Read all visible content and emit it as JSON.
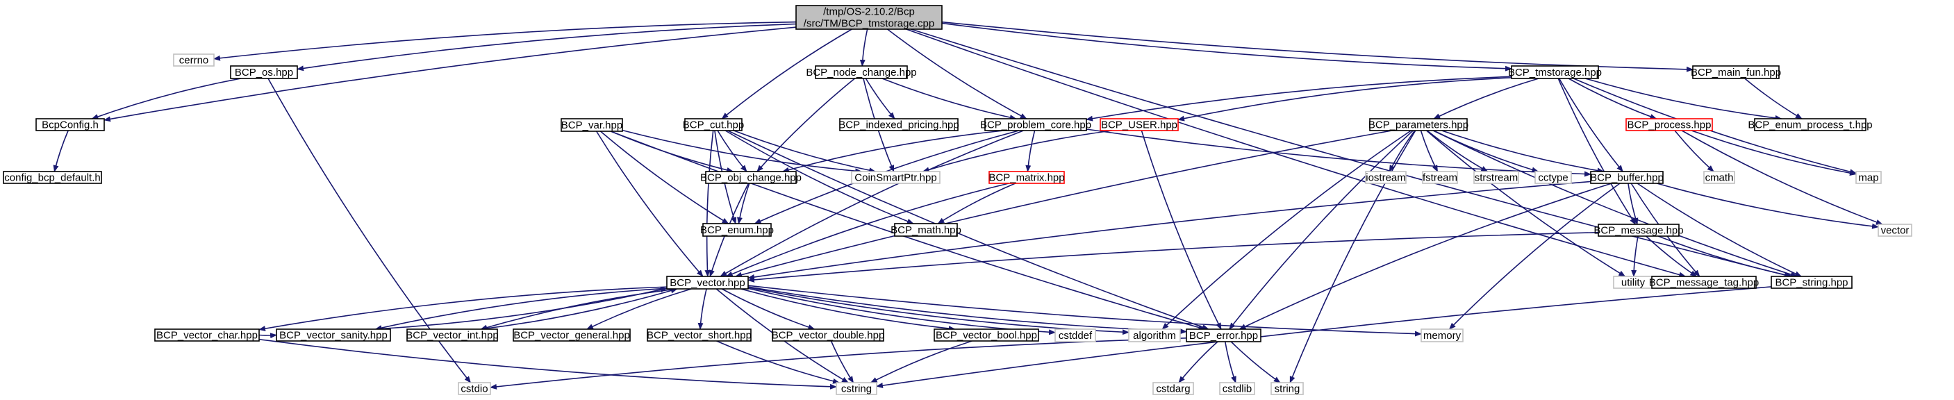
{
  "colors": {
    "edge": "#191970",
    "root_fill": "#bfbfbf",
    "box_border": "#000000",
    "truncated_border": "#ff0000",
    "system_border": "#bfbfbf",
    "system_text": "#7f7f7f"
  },
  "nodes": [
    {
      "id": "root",
      "lines": [
        "/tmp/OS-2.10.2/Bcp",
        "/src/TM/BCP_tmstorage.cpp"
      ],
      "kind": "root"
    },
    {
      "id": "cerrno",
      "lines": [
        "cerrno"
      ],
      "kind": "system"
    },
    {
      "id": "bcp_os",
      "lines": [
        "BCP_os.hpp"
      ],
      "kind": "file"
    },
    {
      "id": "bcpconfig",
      "lines": [
        "BcpConfig.h"
      ],
      "kind": "file"
    },
    {
      "id": "config_default",
      "lines": [
        "config_bcp_default.h"
      ],
      "kind": "file"
    },
    {
      "id": "node_change",
      "lines": [
        "BCP_node_change.hpp"
      ],
      "kind": "file"
    },
    {
      "id": "tmstorage",
      "lines": [
        "BCP_tmstorage.hpp"
      ],
      "kind": "file"
    },
    {
      "id": "main_fun",
      "lines": [
        "BCP_main_fun.hpp"
      ],
      "kind": "file"
    },
    {
      "id": "var",
      "lines": [
        "BCP_var.hpp"
      ],
      "kind": "file"
    },
    {
      "id": "cut",
      "lines": [
        "BCP_cut.hpp"
      ],
      "kind": "file"
    },
    {
      "id": "indexed_pricing",
      "lines": [
        "BCP_indexed_pricing.hpp"
      ],
      "kind": "file"
    },
    {
      "id": "problem_core",
      "lines": [
        "BCP_problem_core.hpp"
      ],
      "kind": "file"
    },
    {
      "id": "user",
      "lines": [
        "BCP_USER.hpp"
      ],
      "kind": "truncated"
    },
    {
      "id": "parameters",
      "lines": [
        "BCP_parameters.hpp"
      ],
      "kind": "file"
    },
    {
      "id": "process",
      "lines": [
        "BCP_process.hpp"
      ],
      "kind": "truncated"
    },
    {
      "id": "enum_process",
      "lines": [
        "BCP_enum_process_t.hpp"
      ],
      "kind": "file"
    },
    {
      "id": "obj_change",
      "lines": [
        "BCP_obj_change.hpp"
      ],
      "kind": "file"
    },
    {
      "id": "coinsmartptr",
      "lines": [
        "CoinSmartPtr.hpp"
      ],
      "kind": "system"
    },
    {
      "id": "matrix",
      "lines": [
        "BCP_matrix.hpp"
      ],
      "kind": "truncated"
    },
    {
      "id": "iostream",
      "lines": [
        "iostream"
      ],
      "kind": "system"
    },
    {
      "id": "fstream",
      "lines": [
        "fstream"
      ],
      "kind": "system"
    },
    {
      "id": "strstream",
      "lines": [
        "strstream"
      ],
      "kind": "system"
    },
    {
      "id": "cctype",
      "lines": [
        "cctype"
      ],
      "kind": "system"
    },
    {
      "id": "buffer",
      "lines": [
        "BCP_buffer.hpp"
      ],
      "kind": "file"
    },
    {
      "id": "cmath",
      "lines": [
        "cmath"
      ],
      "kind": "system"
    },
    {
      "id": "map",
      "lines": [
        "map"
      ],
      "kind": "system"
    },
    {
      "id": "enum",
      "lines": [
        "BCP_enum.hpp"
      ],
      "kind": "file"
    },
    {
      "id": "math",
      "lines": [
        "BCP_math.hpp"
      ],
      "kind": "file"
    },
    {
      "id": "message",
      "lines": [
        "BCP_message.hpp"
      ],
      "kind": "file"
    },
    {
      "id": "vector_std",
      "lines": [
        "vector"
      ],
      "kind": "system"
    },
    {
      "id": "vector",
      "lines": [
        "BCP_vector.hpp"
      ],
      "kind": "file"
    },
    {
      "id": "utility",
      "lines": [
        "utility"
      ],
      "kind": "system"
    },
    {
      "id": "message_tag",
      "lines": [
        "BCP_message_tag.hpp"
      ],
      "kind": "file"
    },
    {
      "id": "bcp_string",
      "lines": [
        "BCP_string.hpp"
      ],
      "kind": "file"
    },
    {
      "id": "vector_char",
      "lines": [
        "BCP_vector_char.hpp"
      ],
      "kind": "file"
    },
    {
      "id": "vector_sanity",
      "lines": [
        "BCP_vector_sanity.hpp"
      ],
      "kind": "file"
    },
    {
      "id": "vector_int",
      "lines": [
        "BCP_vector_int.hpp"
      ],
      "kind": "file"
    },
    {
      "id": "vector_general",
      "lines": [
        "BCP_vector_general.hpp"
      ],
      "kind": "file"
    },
    {
      "id": "vector_short",
      "lines": [
        "BCP_vector_short.hpp"
      ],
      "kind": "file"
    },
    {
      "id": "vector_double",
      "lines": [
        "BCP_vector_double.hpp"
      ],
      "kind": "file"
    },
    {
      "id": "vector_bool",
      "lines": [
        "BCP_vector_bool.hpp"
      ],
      "kind": "file"
    },
    {
      "id": "cstddef",
      "lines": [
        "cstddef"
      ],
      "kind": "system"
    },
    {
      "id": "algorithm",
      "lines": [
        "algorithm"
      ],
      "kind": "system"
    },
    {
      "id": "error",
      "lines": [
        "BCP_error.hpp"
      ],
      "kind": "file"
    },
    {
      "id": "memory",
      "lines": [
        "memory"
      ],
      "kind": "system"
    },
    {
      "id": "cstdio",
      "lines": [
        "cstdio"
      ],
      "kind": "system"
    },
    {
      "id": "cstring",
      "lines": [
        "cstring"
      ],
      "kind": "system"
    },
    {
      "id": "cstdarg",
      "lines": [
        "cstdarg"
      ],
      "kind": "system"
    },
    {
      "id": "cstdlib",
      "lines": [
        "cstdlib"
      ],
      "kind": "system"
    },
    {
      "id": "string",
      "lines": [
        "string"
      ],
      "kind": "system"
    }
  ],
  "edges": [
    [
      "root",
      "cerrno"
    ],
    [
      "root",
      "bcp_os"
    ],
    [
      "root",
      "bcpconfig"
    ],
    [
      "root",
      "node_change"
    ],
    [
      "root",
      "tmstorage"
    ],
    [
      "root",
      "main_fun"
    ],
    [
      "root",
      "cut"
    ],
    [
      "root",
      "problem_core"
    ],
    [
      "root",
      "message_tag"
    ],
    [
      "root",
      "bcp_string"
    ],
    [
      "bcp_os",
      "bcpconfig"
    ],
    [
      "bcp_os",
      "cstdio"
    ],
    [
      "bcpconfig",
      "config_default"
    ],
    [
      "node_change",
      "obj_change"
    ],
    [
      "node_change",
      "coinsmartptr"
    ],
    [
      "node_change",
      "indexed_pricing"
    ],
    [
      "node_change",
      "problem_core"
    ],
    [
      "tmstorage",
      "problem_core"
    ],
    [
      "tmstorage",
      "user"
    ],
    [
      "tmstorage",
      "parameters"
    ],
    [
      "tmstorage",
      "process"
    ],
    [
      "tmstorage",
      "enum_process"
    ],
    [
      "tmstorage",
      "buffer"
    ],
    [
      "tmstorage",
      "message"
    ],
    [
      "tmstorage",
      "map"
    ],
    [
      "main_fun",
      "enum_process"
    ],
    [
      "var",
      "obj_change"
    ],
    [
      "var",
      "enum"
    ],
    [
      "var",
      "coinsmartptr"
    ],
    [
      "var",
      "vector"
    ],
    [
      "var",
      "error"
    ],
    [
      "cut",
      "obj_change"
    ],
    [
      "cut",
      "enum"
    ],
    [
      "cut",
      "coinsmartptr"
    ],
    [
      "cut",
      "math"
    ],
    [
      "cut",
      "vector"
    ],
    [
      "cut",
      "error"
    ],
    [
      "problem_core",
      "obj_change"
    ],
    [
      "problem_core",
      "matrix"
    ],
    [
      "problem_core",
      "enum"
    ],
    [
      "problem_core",
      "vector"
    ],
    [
      "problem_core",
      "buffer"
    ],
    [
      "user",
      "coinsmartptr"
    ],
    [
      "user",
      "error"
    ],
    [
      "parameters",
      "iostream"
    ],
    [
      "parameters",
      "fstream"
    ],
    [
      "parameters",
      "strstream"
    ],
    [
      "parameters",
      "cctype"
    ],
    [
      "parameters",
      "buffer"
    ],
    [
      "parameters",
      "vector"
    ],
    [
      "parameters",
      "error"
    ],
    [
      "parameters",
      "bcp_string"
    ],
    [
      "parameters",
      "algorithm"
    ],
    [
      "parameters",
      "string"
    ],
    [
      "parameters",
      "utility"
    ],
    [
      "process",
      "cmath"
    ],
    [
      "process",
      "map"
    ],
    [
      "process",
      "vector_std"
    ],
    [
      "obj_change",
      "enum"
    ],
    [
      "obj_change",
      "vector"
    ],
    [
      "matrix",
      "math"
    ],
    [
      "matrix",
      "vector"
    ],
    [
      "buffer",
      "message"
    ],
    [
      "buffer",
      "vector_std"
    ],
    [
      "buffer",
      "vector"
    ],
    [
      "buffer",
      "message_tag"
    ],
    [
      "buffer",
      "bcp_string"
    ],
    [
      "buffer",
      "error"
    ],
    [
      "buffer",
      "memory"
    ],
    [
      "message",
      "message_tag"
    ],
    [
      "message",
      "bcp_string"
    ],
    [
      "message",
      "utility"
    ],
    [
      "message",
      "vector"
    ],
    [
      "bcp_string",
      "cstring"
    ],
    [
      "vector",
      "vector_char"
    ],
    [
      "vector",
      "vector_sanity"
    ],
    [
      "vector",
      "vector_int"
    ],
    [
      "vector",
      "vector_general"
    ],
    [
      "vector",
      "vector_short"
    ],
    [
      "vector",
      "vector_double"
    ],
    [
      "vector",
      "vector_bool"
    ],
    [
      "vector",
      "cstddef"
    ],
    [
      "vector",
      "algorithm"
    ],
    [
      "vector",
      "error"
    ],
    [
      "vector",
      "memory"
    ],
    [
      "vector",
      "cstring"
    ],
    [
      "vector_char",
      "vector_sanity"
    ],
    [
      "vector_char",
      "cstring"
    ],
    [
      "vector_sanity",
      "vector"
    ],
    [
      "vector_int",
      "vector"
    ],
    [
      "vector_short",
      "cstring"
    ],
    [
      "vector_double",
      "cstring"
    ],
    [
      "vector_bool",
      "cstring"
    ],
    [
      "error",
      "cstdio"
    ],
    [
      "error",
      "cstdarg"
    ],
    [
      "error",
      "cstdlib"
    ],
    [
      "error",
      "string"
    ]
  ]
}
